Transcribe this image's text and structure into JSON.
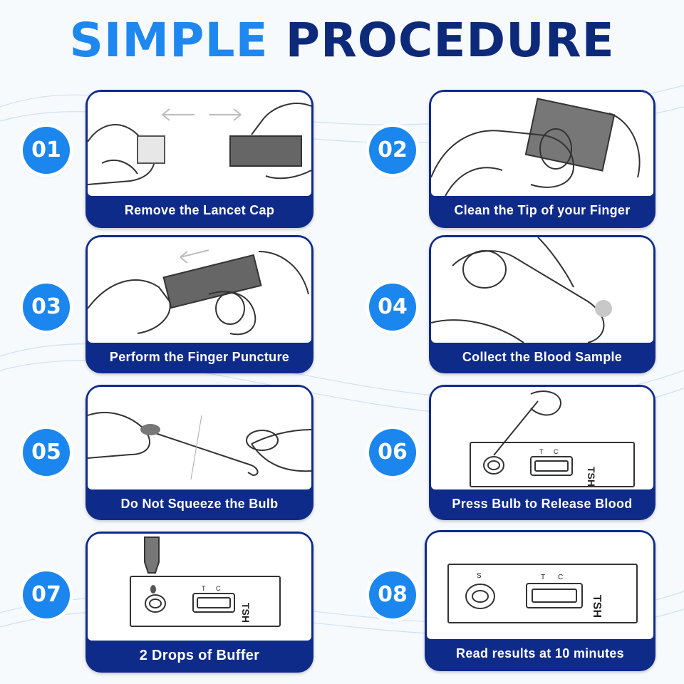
{
  "title": {
    "part1": "SIMPLE",
    "part2": "PROCEDURE"
  },
  "steps": [
    {
      "number": "01",
      "caption": "Remove the Lancet Cap"
    },
    {
      "number": "02",
      "caption": "Clean the Tip of your Finger"
    },
    {
      "number": "03",
      "caption": "Perform the Finger Puncture"
    },
    {
      "number": "04",
      "caption": "Collect the Blood Sample"
    },
    {
      "number": "05",
      "caption": "Do Not Squeeze the Bulb"
    },
    {
      "number": "06",
      "caption": "Press Bulb to Release Blood"
    },
    {
      "number": "07",
      "caption": "2 Drops of Buffer"
    },
    {
      "number": "08",
      "caption": "Read results at 10 minutes"
    }
  ],
  "device_labels": {
    "test_name": "TSH",
    "control": "C",
    "test": "T",
    "sample": "S"
  },
  "colors": {
    "accent_blue": "#1a86ee",
    "navy": "#0f2b8a",
    "title_light": "#1e88f0",
    "title_dark": "#0d2a7a"
  }
}
